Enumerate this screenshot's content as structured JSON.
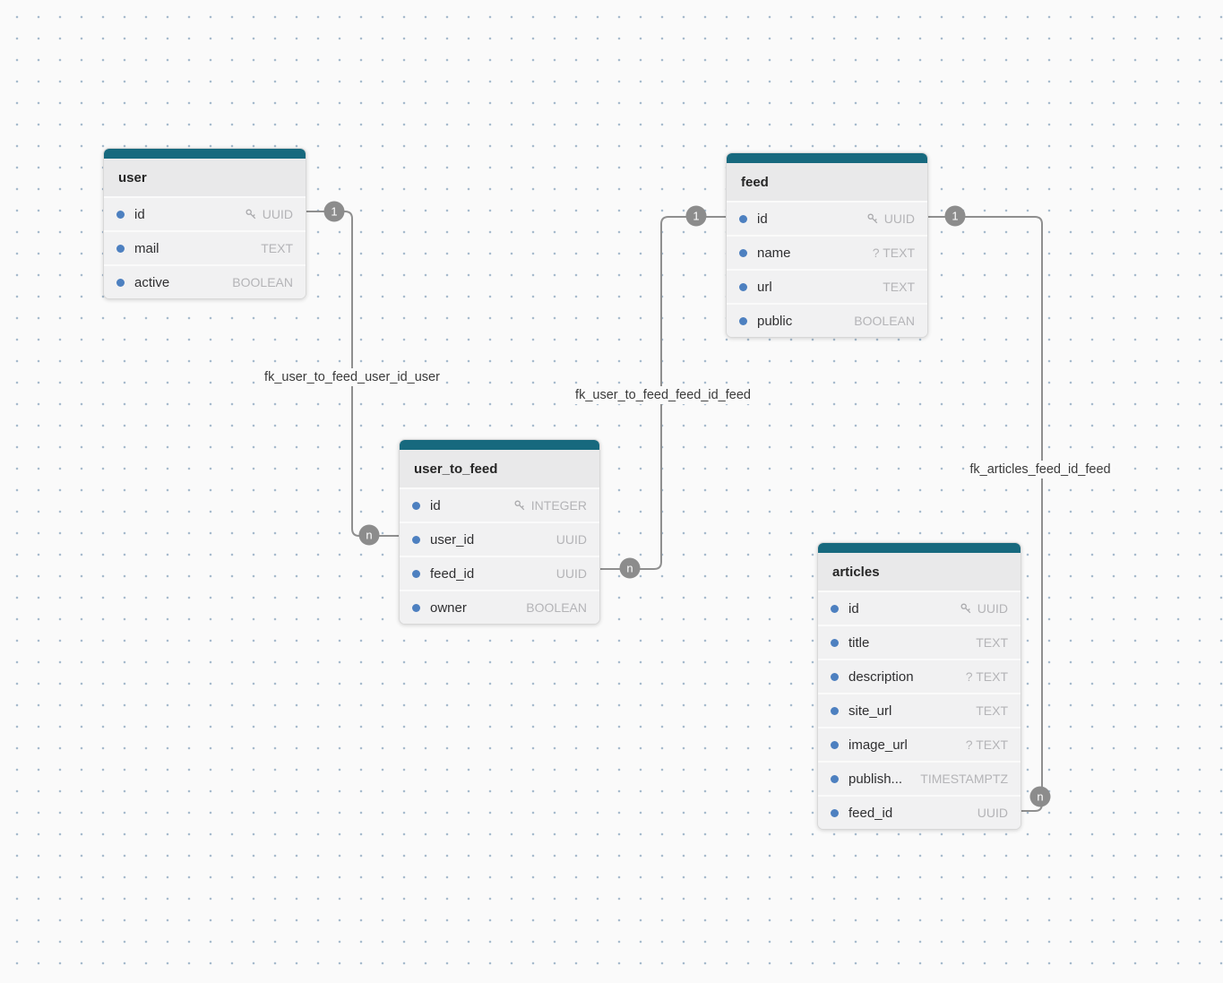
{
  "diagram": {
    "tables": [
      {
        "name": "user",
        "columns": [
          {
            "name": "id",
            "type": "UUID",
            "pk": true
          },
          {
            "name": "mail",
            "type": "TEXT"
          },
          {
            "name": "active",
            "type": "BOOLEAN"
          }
        ]
      },
      {
        "name": "feed",
        "columns": [
          {
            "name": "id",
            "type": "UUID",
            "pk": true
          },
          {
            "name": "name",
            "type": "? TEXT"
          },
          {
            "name": "url",
            "type": "TEXT"
          },
          {
            "name": "public",
            "type": "BOOLEAN"
          }
        ]
      },
      {
        "name": "user_to_feed",
        "columns": [
          {
            "name": "id",
            "type": "INTEGER",
            "pk": true
          },
          {
            "name": "user_id",
            "type": "UUID"
          },
          {
            "name": "feed_id",
            "type": "UUID"
          },
          {
            "name": "owner",
            "type": "BOOLEAN"
          }
        ]
      },
      {
        "name": "articles",
        "columns": [
          {
            "name": "id",
            "type": "UUID",
            "pk": true
          },
          {
            "name": "title",
            "type": "TEXT"
          },
          {
            "name": "description",
            "type": "? TEXT"
          },
          {
            "name": "site_url",
            "type": "TEXT"
          },
          {
            "name": "image_url",
            "type": "? TEXT"
          },
          {
            "name": "publish...",
            "type": "TIMESTAMPTZ"
          },
          {
            "name": "feed_id",
            "type": "UUID"
          }
        ]
      }
    ],
    "relationships": [
      {
        "label": "fk_user_to_feed_user_id_user",
        "one": "1",
        "many": "n"
      },
      {
        "label": "fk_user_to_feed_feed_id_feed",
        "one": "1",
        "many": "n"
      },
      {
        "label": "fk_articles_feed_id_feed",
        "one": "1",
        "many": "n"
      }
    ],
    "colors": {
      "table_header_bar": "#17697e",
      "connector_line": "#8f8f8f",
      "badge_background": "#8c8c8c",
      "column_dot": "#4d80c0",
      "canvas_background": "#fafafa",
      "grid_dot": "#a7bbcd"
    }
  }
}
